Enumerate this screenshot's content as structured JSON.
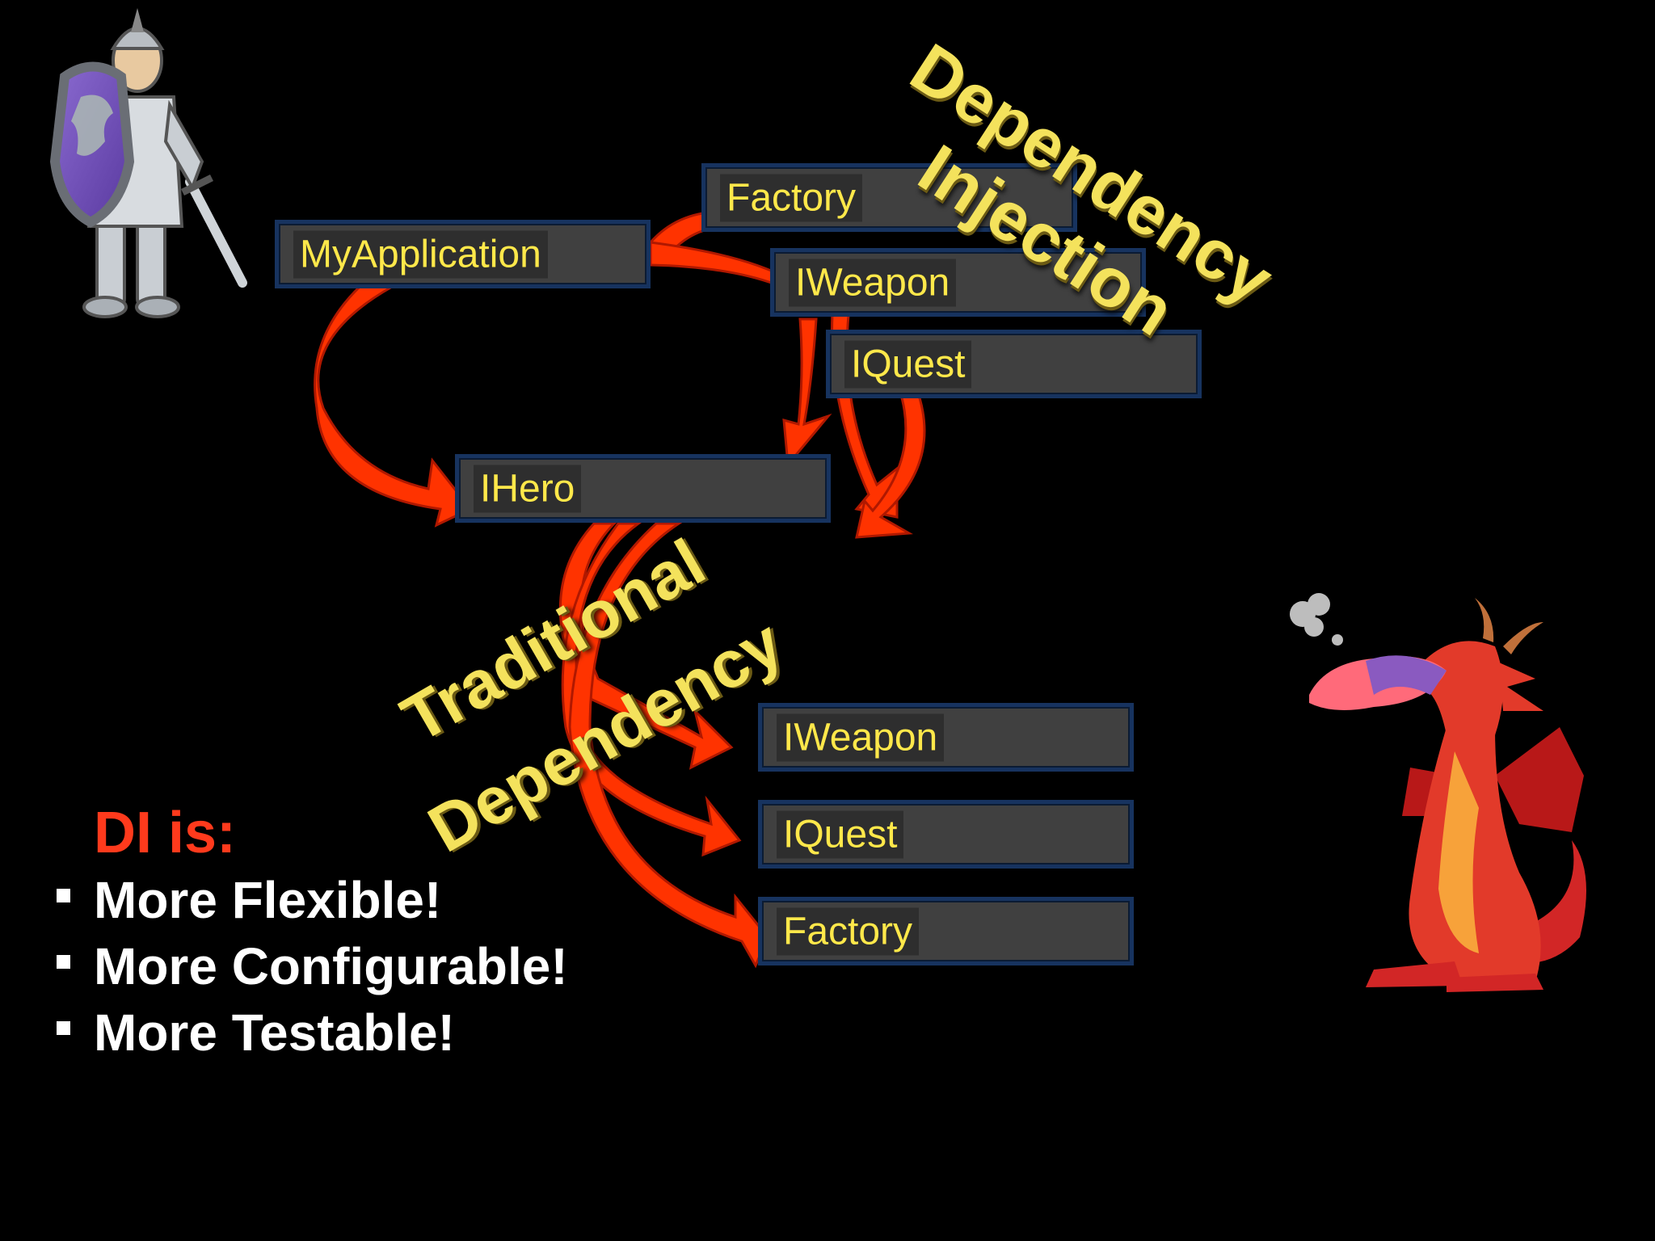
{
  "slide": {
    "di_label": [
      "Dependency",
      "Injection"
    ],
    "traditional_label": [
      "Traditional",
      "Dependency"
    ]
  },
  "nodes": {
    "my_application": "MyApplication",
    "factory_top": "Factory",
    "iweapon_top": "IWeapon",
    "iquest_top": "IQuest",
    "ihero": "IHero",
    "iweapon_bottom": "IWeapon",
    "iquest_bottom": "IQuest",
    "factory_bottom": "Factory"
  },
  "summary": {
    "heading": "DI is:",
    "points": [
      "More Flexible!",
      "More Configurable!",
      "More Testable!"
    ]
  },
  "colors": {
    "arrow": "#ff3300",
    "node_text": "#ffe84a",
    "heading": "#ff3a1c",
    "slide_label": "#f4e25c"
  },
  "images": [
    "knight-clipart",
    "dragon-clipart"
  ]
}
